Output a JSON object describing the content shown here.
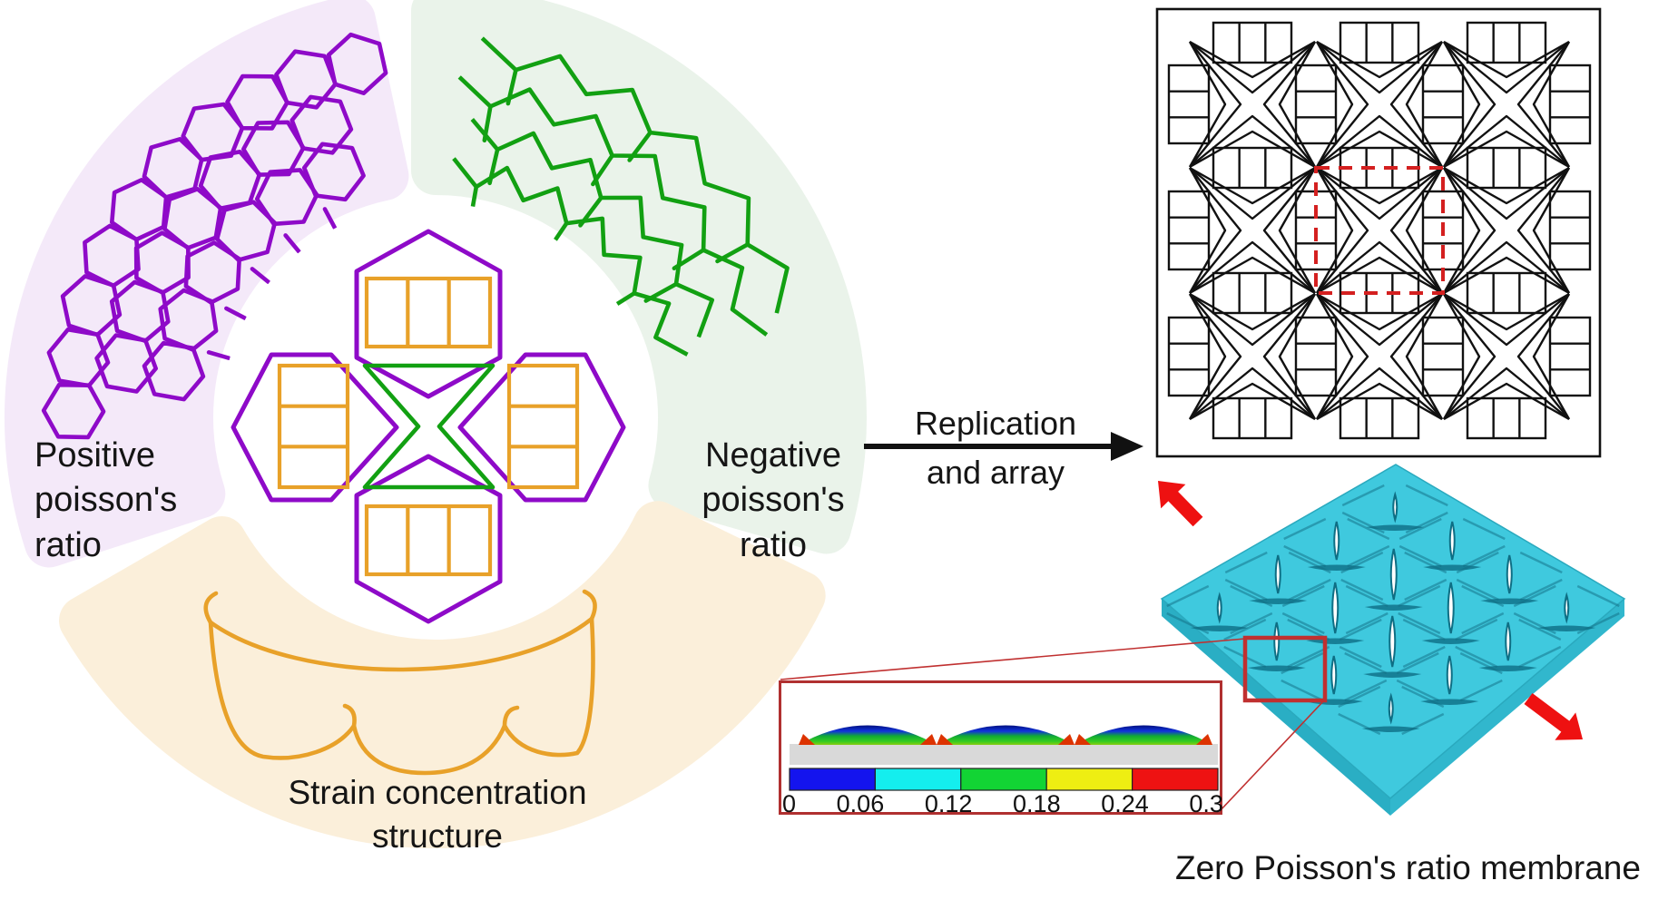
{
  "labels": {
    "positive": "Positive\npoisson's\nratio",
    "negative": "Negative\npoisson's\nratio",
    "strain": "Strain concentration\nstructure",
    "arrow_top": "Replication",
    "arrow_bottom": "and array",
    "membrane": "Zero Poisson's ratio membrane"
  },
  "inset": {
    "ticks": [
      "0",
      "0.06",
      "0.12",
      "0.18",
      "0.24",
      "0.3"
    ],
    "colorbar_colors": [
      "#1414EE",
      "#14EEee",
      "#12D434",
      "#EEEE12",
      "#EE1212"
    ]
  },
  "icons": {
    "stretch_arrows": "red-stretch-arrow",
    "process_arrow": "black-right-arrow"
  },
  "colors": {
    "purple": "#8E0AC8",
    "purple_bg": "#F4E9F9",
    "green": "#12A012",
    "green_bg": "#EAF3EA",
    "orange": "#E8A129",
    "orange_bg": "#FBEFDA",
    "black_line": "#111111",
    "red_arrow": "#EE1111",
    "red_dashed": "#D42020",
    "red_callout": "#C03030",
    "cyan_top": "#3FC9DE",
    "cyan_side_left": "#2AAEC4",
    "cyan_side_right": "#31B7CD",
    "cyan_dark": "#0E6E84",
    "gray_bar": "#D9D9D9",
    "text": "#151515"
  }
}
